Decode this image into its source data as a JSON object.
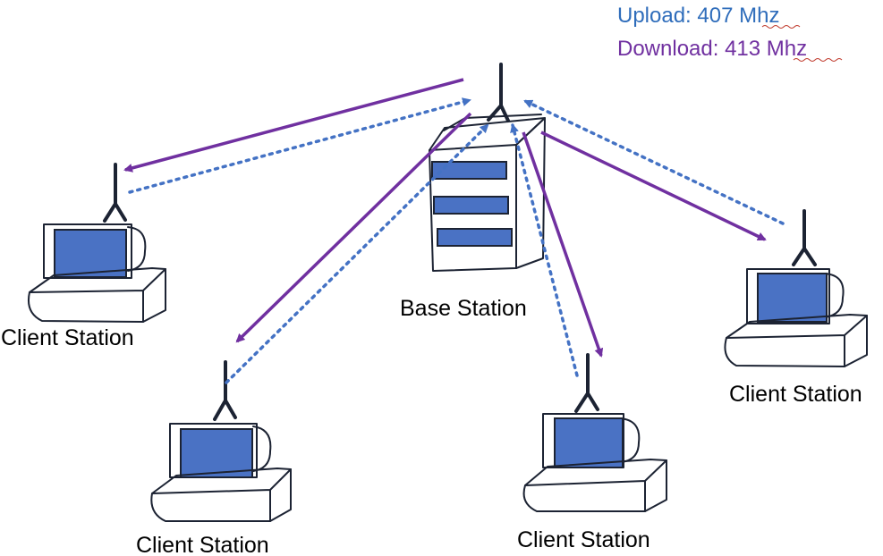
{
  "legend": {
    "upload": "Upload: 407 Mhz",
    "download": "Download: 413 Mhz",
    "upload_color": "#2f6dbb",
    "download_color": "#7030a0"
  },
  "base_station": {
    "label": "Base Station"
  },
  "client_stations": [
    {
      "label": "Client Station"
    },
    {
      "label": "Client Station"
    },
    {
      "label": "Client Station"
    },
    {
      "label": "Client Station"
    }
  ],
  "links": {
    "download_style": "solid",
    "upload_style": "dotted"
  }
}
